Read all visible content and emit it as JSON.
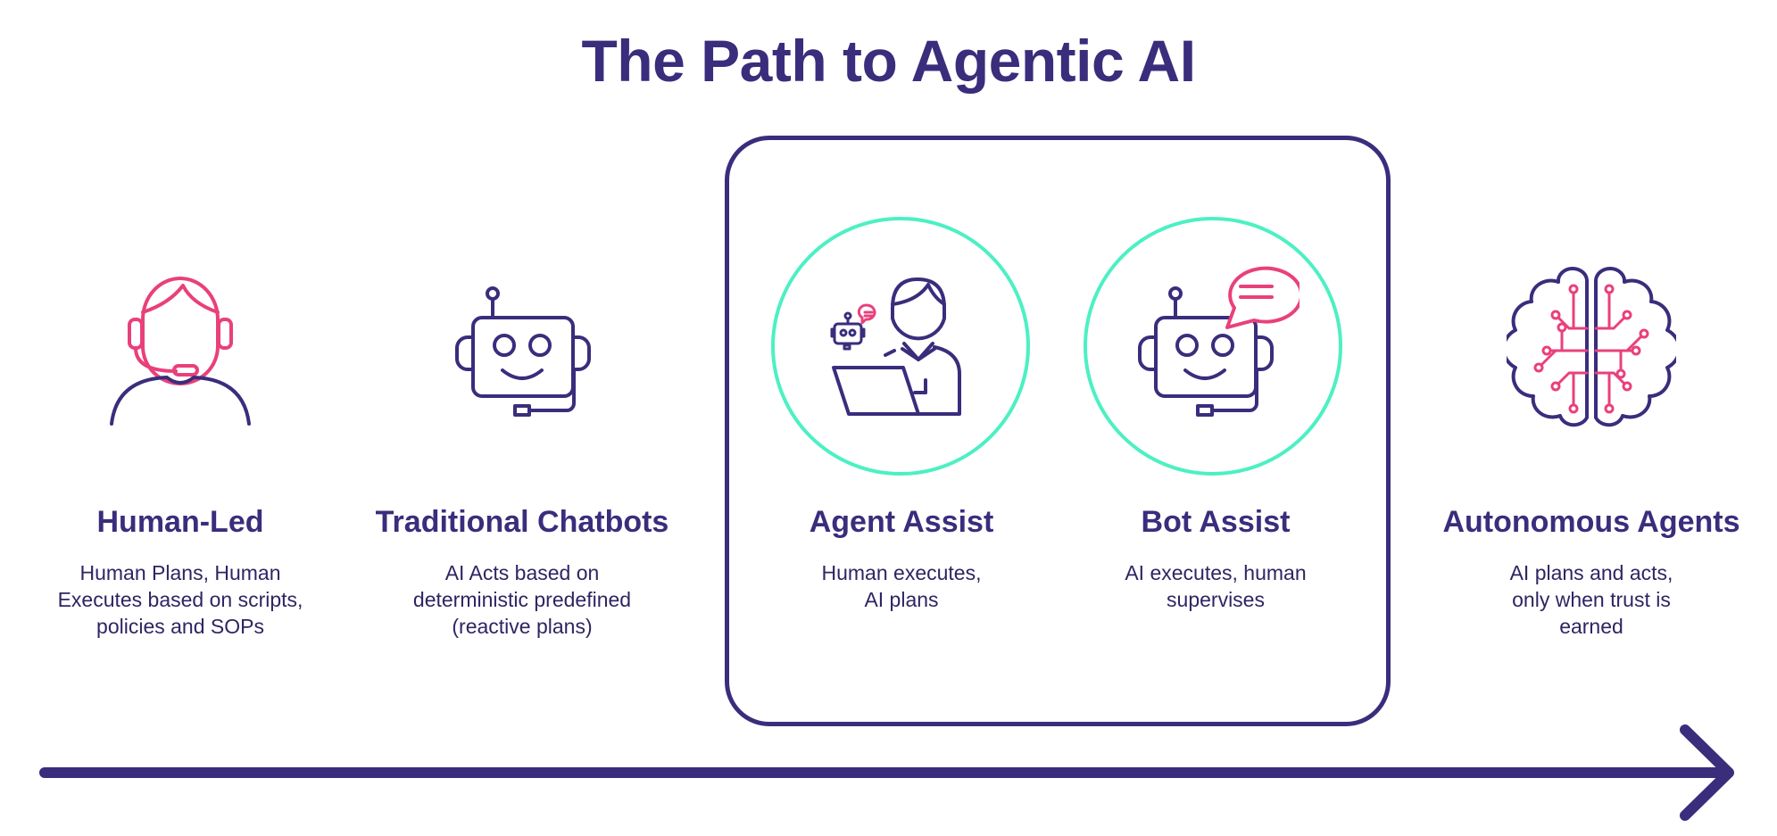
{
  "title": "The Path to Agentic AI",
  "colors": {
    "primary": "#3a2d7c",
    "accent_pink": "#e9407c",
    "accent_teal": "#4cf0c3"
  },
  "stages": [
    {
      "title": "Human-Led",
      "description": "Human Plans, Human Executes based on scripts, policies and SOPs",
      "icon": "headset-agent-icon"
    },
    {
      "title": "Traditional Chatbots",
      "description": "AI Acts based on deterministic predefined (reactive plans)",
      "icon": "robot-icon"
    },
    {
      "title": "Agent Assist",
      "description": "Human executes, AI plans",
      "icon": "person-laptop-robot-icon"
    },
    {
      "title": "Bot Assist",
      "description": "AI executes, human supervises",
      "icon": "robot-speech-icon"
    },
    {
      "title": "Autonomous Agents",
      "description": "AI plans and acts, only when trust is earned",
      "icon": "circuit-brain-icon"
    }
  ]
}
